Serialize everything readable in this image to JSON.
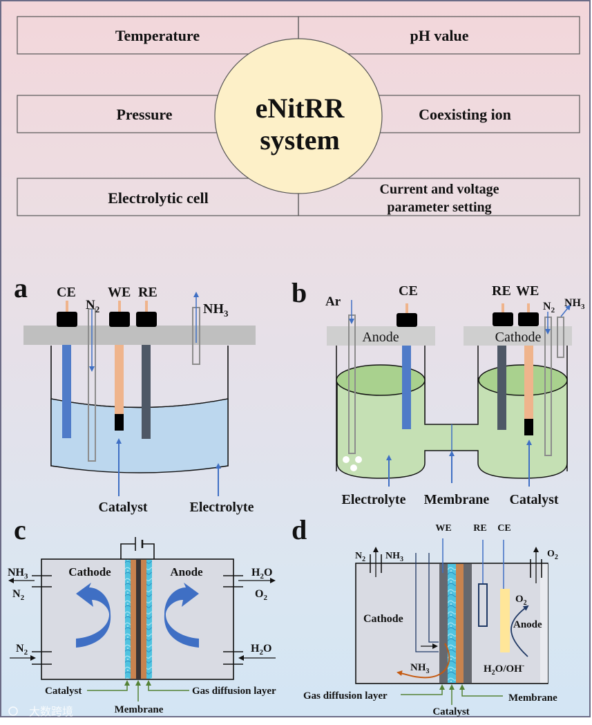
{
  "title": "eNitRR system parameters and electrolytic cell configurations",
  "top_section": {
    "center_label_line1": "eNitRR",
    "center_label_line2": "system",
    "factors": [
      {
        "label": "Temperature"
      },
      {
        "label": "pH value"
      },
      {
        "label": "Pressure"
      },
      {
        "label": "Coexisting ion"
      },
      {
        "label": "Electrolytic cell"
      },
      {
        "label_line1": "Current and voltage",
        "label_line2": "parameter setting"
      }
    ]
  },
  "panel_a": {
    "letter": "a",
    "electrodes": [
      "CE",
      "WE",
      "RE"
    ],
    "gas_in": "N",
    "gas_in_sub": "2",
    "gas_out": "NH",
    "gas_out_sub": "3",
    "callouts": [
      "Catalyst",
      "Electrolyte"
    ]
  },
  "panel_b": {
    "letter": "b",
    "gas_ar": "Ar",
    "ce": "CE",
    "re": "RE",
    "we": "WE",
    "gas_in": "N",
    "gas_in_sub": "2",
    "gas_out": "NH",
    "gas_out_sub": "3",
    "anode": "Anode",
    "cathode": "Cathode",
    "callouts": [
      "Electrolyte",
      "Membrane",
      "Catalyst"
    ]
  },
  "panel_c": {
    "letter": "c",
    "cathode": "Cathode",
    "anode": "Anode",
    "left_out_1": "NH",
    "left_out_1_sub": "3",
    "left_out_2": "N",
    "left_out_2_sub": "2",
    "left_in": "N",
    "left_in_sub": "2",
    "right_out_1a": "H",
    "right_out_1_sub": "2",
    "right_out_1b": "O",
    "right_out_2": "O",
    "right_out_2_sub": "2",
    "right_in_a": "H",
    "right_in_sub": "2",
    "right_in_b": "O",
    "callouts": [
      "Catalyst",
      "Membrane",
      "Gas diffusion layer"
    ]
  },
  "panel_d": {
    "letter": "d",
    "we": "WE",
    "re": "RE",
    "ce": "CE",
    "gas_n2": "N",
    "gas_n2_sub": "2",
    "gas_nh3": "NH",
    "gas_nh3_sub": "3",
    "gas_o2": "O",
    "gas_o2_sub": "2",
    "cathode": "Cathode",
    "anode": "Anode",
    "o2_inner": "O",
    "o2_inner_sub": "2",
    "nh3_inner": "NH",
    "nh3_inner_sub": "3",
    "h2o_oh_a": "H",
    "h2o_oh_sub": "2",
    "h2o_oh_b": "O/OH",
    "h2o_oh_sup": "-",
    "callouts": [
      "Gas diffusion layer",
      "Catalyst",
      "Membrane"
    ]
  },
  "watermark": "大数跨境",
  "colors": {
    "circle_fill": "#fdf0c8",
    "electrolyte_blue": "#bcd7ee",
    "electrolyte_green": "#c5e0b4",
    "electrode_blue": "#4f7bc8",
    "electrode_copper": "#efb48c",
    "electrode_dark": "#4e5866",
    "arrow_blue": "#3f6fc4",
    "lid_gray": "#bfbfbf",
    "membrane_brown": "#c8834f",
    "catalyst_cyan": "#4fc3e0",
    "callout_green": "#548235",
    "product_orange": "#c55a11"
  }
}
